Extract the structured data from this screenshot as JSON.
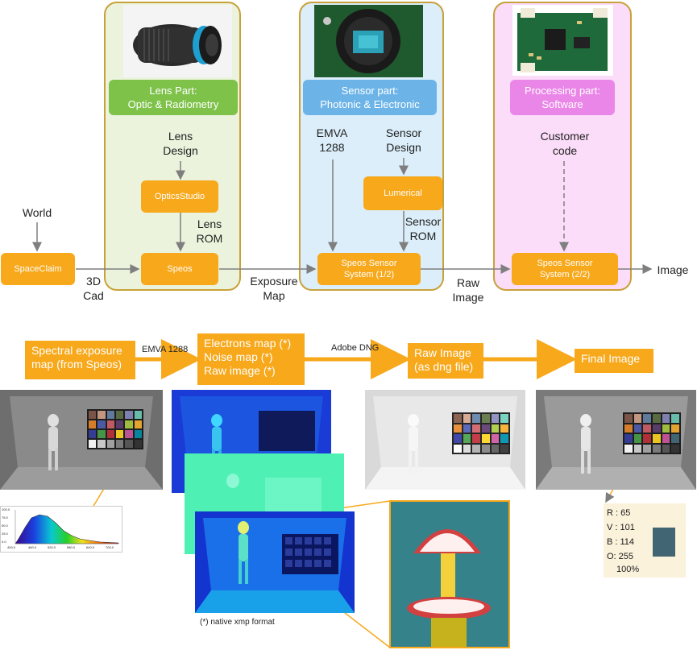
{
  "pipeline": {
    "panels": {
      "lens": {
        "title": "Lens Part:\nOptic & Radiometry",
        "color": "#7ec24a",
        "bg": "#ebf3dc"
      },
      "sensor": {
        "title": "Sensor part:\nPhotonic & Electronic",
        "color": "#6cb4e8",
        "bg": "#dbeefa"
      },
      "processing": {
        "title": "Processing part:\nSoftware",
        "color": "#ea86e8",
        "bg": "#fbdcf9"
      }
    },
    "boxes": {
      "spaceclaim": "SpaceClaim",
      "opticsstudio": "OpticsStudio",
      "speos": "Speos",
      "lumerical": "Lumerical",
      "speos_sensor_1": "Speos Sensor\nSystem (1/2)",
      "speos_sensor_2": "Speos Sensor\nSystem (2/2)"
    },
    "labels": {
      "world": "World",
      "lens_design": "Lens\nDesign",
      "lens_rom": "Lens\nROM",
      "cad_3d": "3D\nCad",
      "exposure_map": "Exposure\nMap",
      "emva": "EMVA\n1288",
      "sensor_design": "Sensor\nDesign",
      "sensor_rom": "Sensor\nROM",
      "raw_image": "Raw\nImage",
      "customer_code": "Customer\ncode",
      "image": "Image"
    }
  },
  "flow": {
    "boxes": {
      "spectral": "Spectral exposure\nmap (from Speos)",
      "electrons": "Electrons map (*)\nNoise map (*)\nRaw image (*)",
      "raw_dng": "Raw Image\n(as dng file)",
      "final": "Final Image"
    },
    "arrow_labels": {
      "emva": "EMVA 1288",
      "adobe": "Adobe DNG"
    },
    "footnote": "(*) native xmp format"
  },
  "spectrum_chart": {
    "y_ticks": [
      "100.0",
      "75.0",
      "50.0",
      "25.0",
      "0.0"
    ],
    "x_ticks": [
      "400.0",
      "460.0",
      "520.0",
      "580.0",
      "640.0",
      "700.0"
    ]
  },
  "color_readout": {
    "r": "R : 65",
    "v": "V : 101",
    "b": "B : 114",
    "o": "O: 255",
    "pct": "100%",
    "swatch": "#416572"
  },
  "colors": {
    "orange": "#f7a81b",
    "panel_border": "#c9a13a",
    "arrow": "#7f7f7f"
  }
}
